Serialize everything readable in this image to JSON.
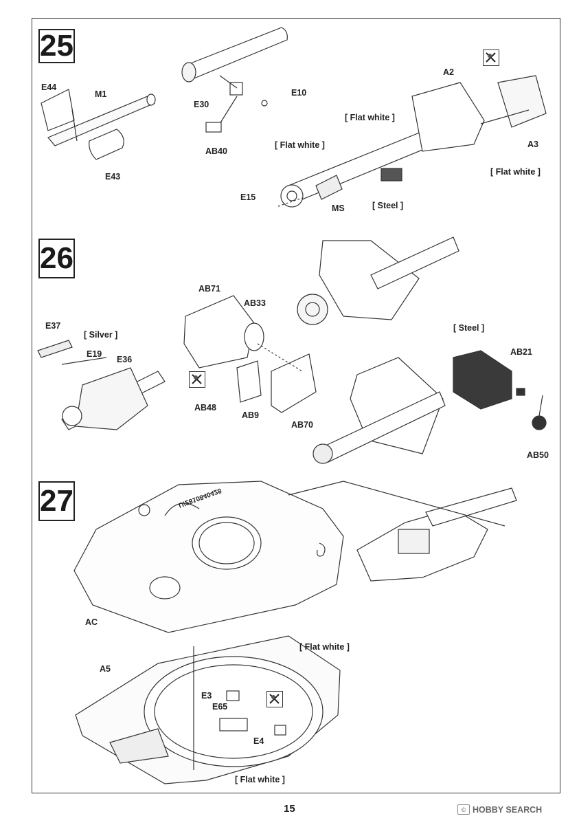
{
  "page": {
    "number": "15"
  },
  "watermark": {
    "text": "HOBBY SEARCH",
    "logo_glyph": "©"
  },
  "steps": [
    {
      "number": "25",
      "labels": {
        "e44": "E44",
        "m1": "M1",
        "e43": "E43",
        "e30": "E30",
        "e10": "E10",
        "ab40": "AB40",
        "a2": "A2",
        "a3": "A3",
        "e15": "E15",
        "ms": "MS"
      },
      "paints": {
        "flat_white_1": "[ Flat white ]",
        "flat_white_2": "[ Flat white ]",
        "flat_white_3": "[ Flat white ]",
        "steel": "[ Steel ]"
      }
    },
    {
      "number": "26",
      "labels": {
        "e37": "E37",
        "e19": "E19",
        "e36": "E36",
        "ab71": "AB71",
        "ab33": "AB33",
        "ab48": "AB48",
        "ab9": "AB9",
        "ab70": "AB70",
        "ab21": "AB21",
        "ab50": "AB50"
      },
      "paints": {
        "silver": "[ Silver ]",
        "steel": "[ Steel ]"
      }
    },
    {
      "number": "27",
      "labels": {
        "ac": "AC",
        "a5": "A5",
        "e3": "E3",
        "e65": "E65",
        "e4": "E4"
      },
      "paints": {
        "flat_white_1": "[ Flat white ]",
        "flat_white_2": "[ Flat white ]"
      },
      "turret_stamp": "U/2810840428"
    }
  ],
  "icons": [
    "glue-cross-icon"
  ]
}
